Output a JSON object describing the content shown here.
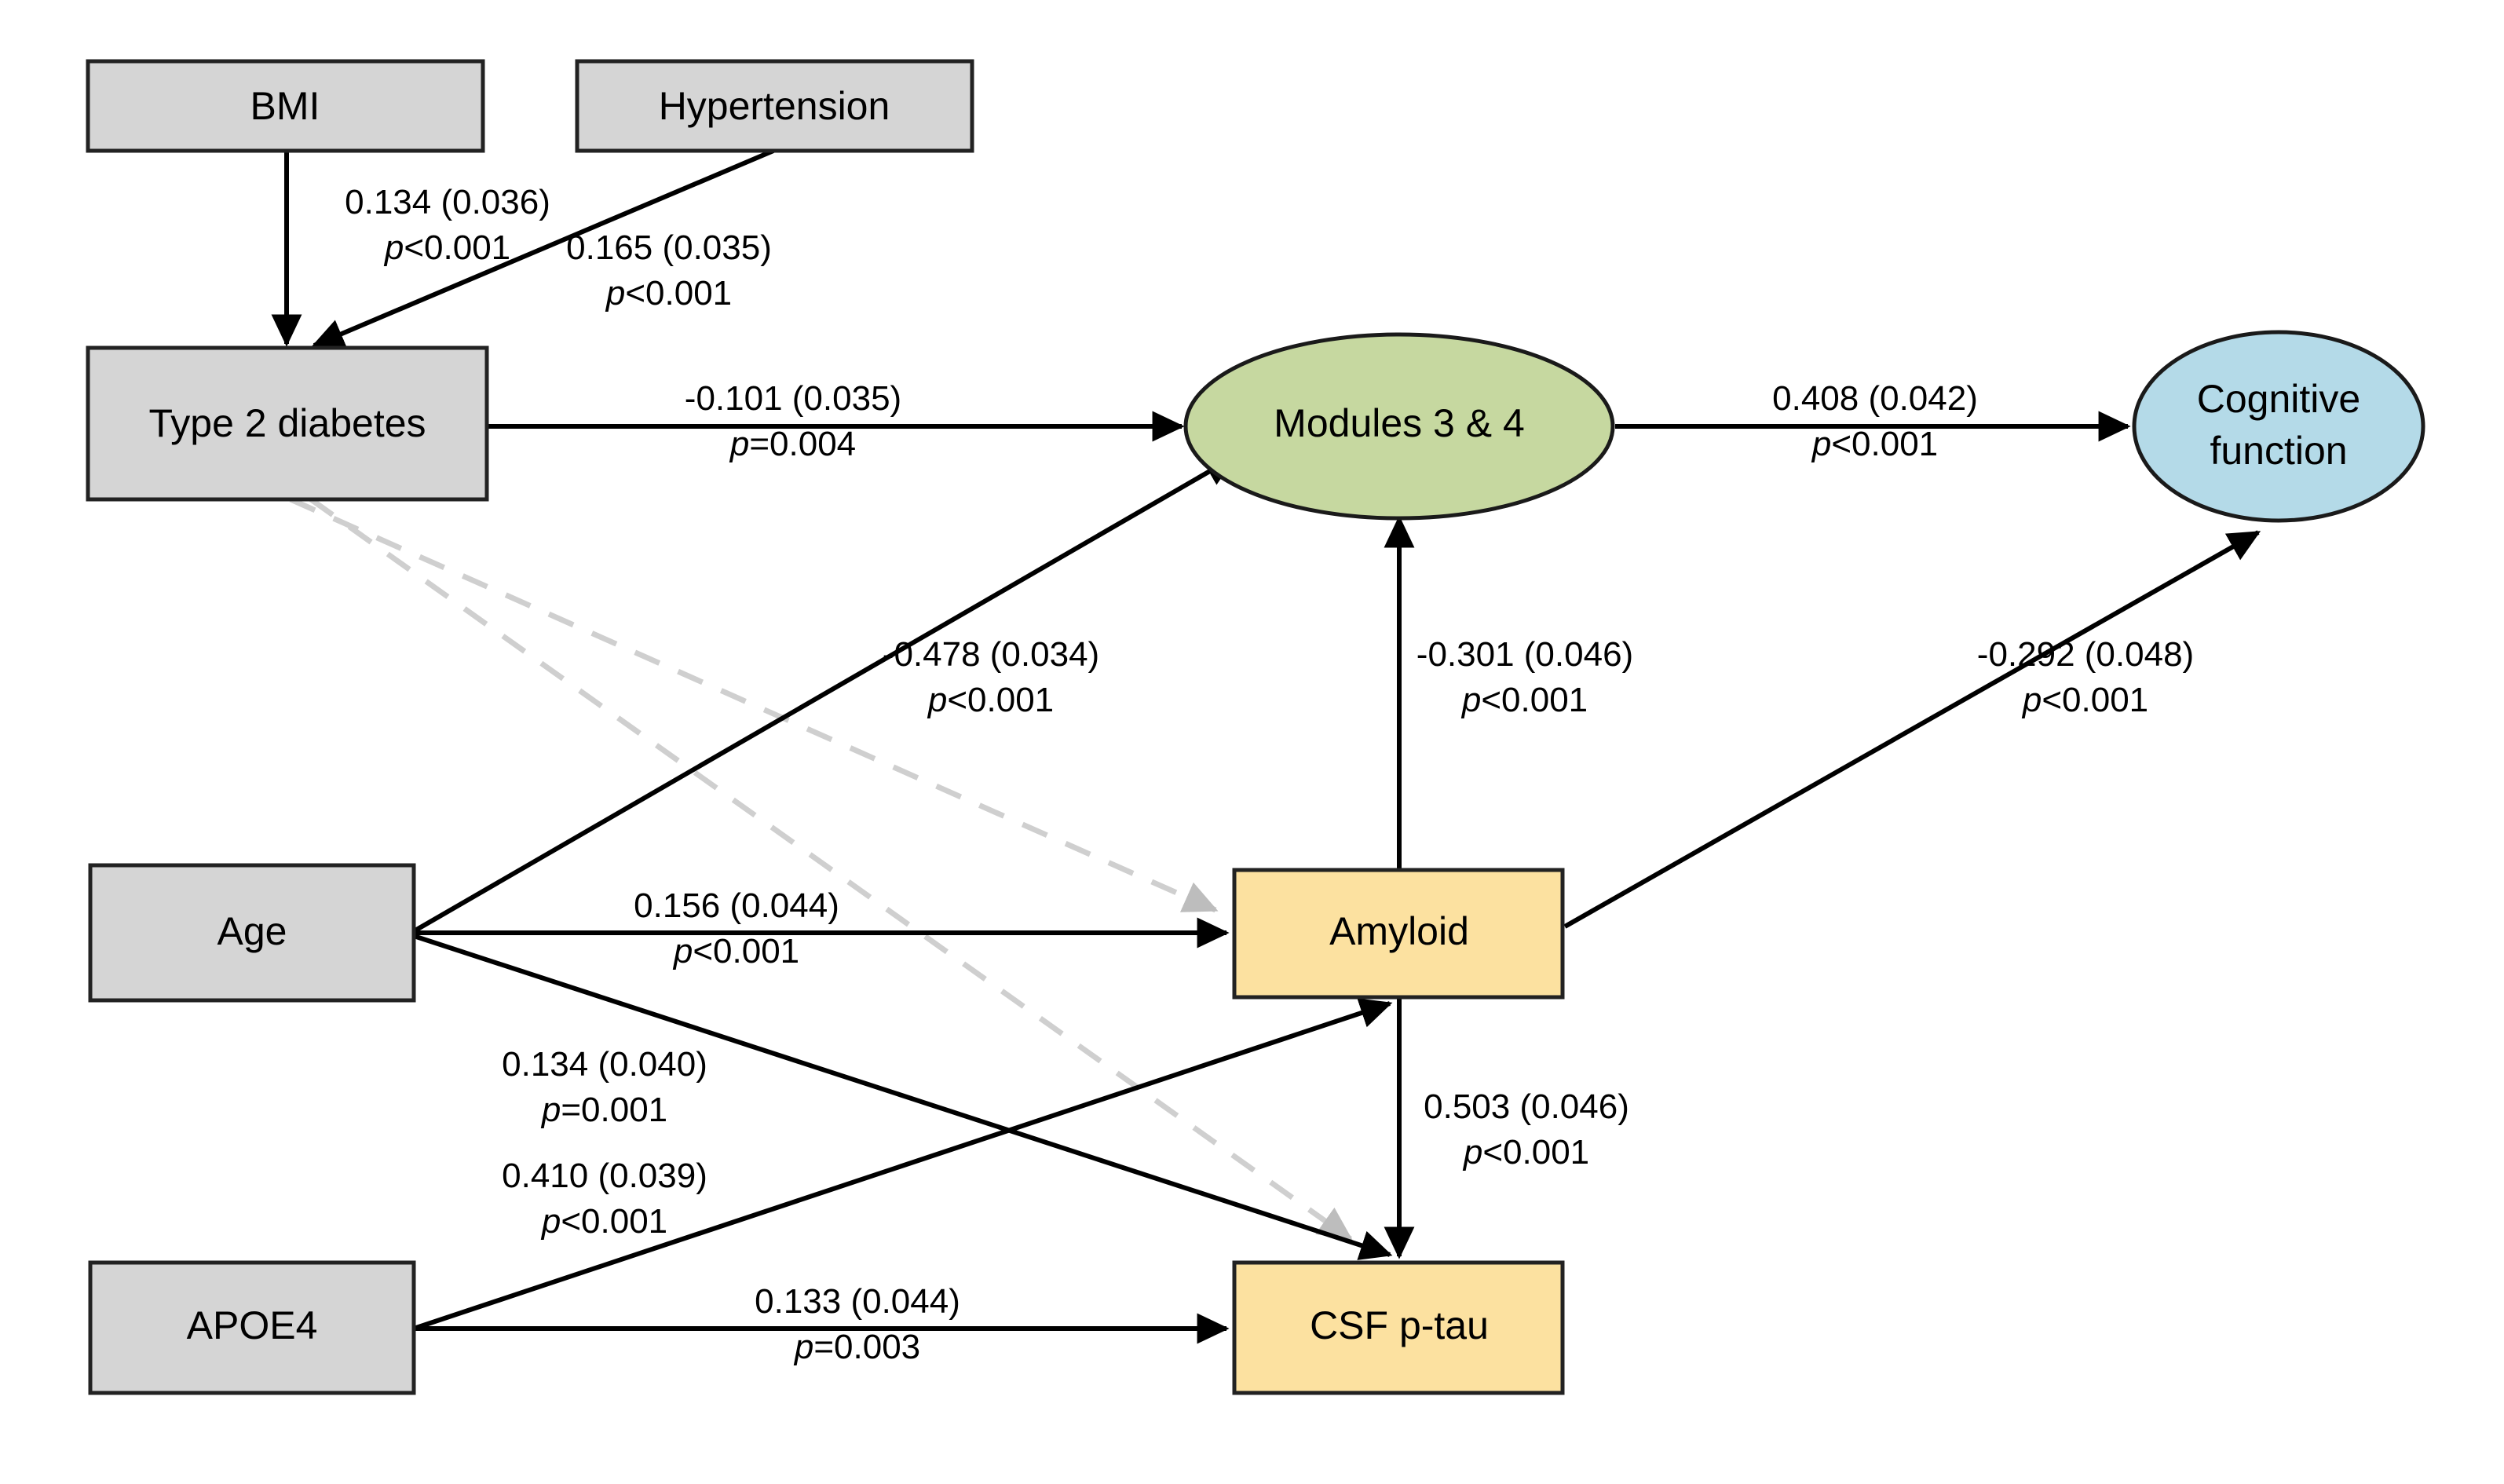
{
  "figure": {
    "type": "path-diagram",
    "title": "",
    "background": "#ffffff"
  },
  "colors": {
    "gray_box": "#d5d5d5",
    "green_ellipse": "#c6d8a0",
    "blue_ellipse": "#b4dae8",
    "yellow_box": "#fce1a0",
    "node_stroke": "#222222",
    "solid_edge": "#000000",
    "dashed_edge": "#cfcfcf"
  },
  "nodes": [
    {
      "id": "bmi",
      "label": "BMI",
      "shape": "rect",
      "fill": "#d5d5d5"
    },
    {
      "id": "htn",
      "label": "Hypertension",
      "shape": "rect",
      "fill": "#d5d5d5"
    },
    {
      "id": "t2d",
      "label": "Type 2 diabetes",
      "shape": "rect",
      "fill": "#d5d5d5"
    },
    {
      "id": "modules",
      "label": "Modules 3 & 4",
      "shape": "ellipse",
      "fill": "#c6d8a0"
    },
    {
      "id": "cognition",
      "label_line1": "Cognitive",
      "label_line2": "function",
      "shape": "ellipse",
      "fill": "#b4dae8"
    },
    {
      "id": "age",
      "label": "Age",
      "shape": "rect",
      "fill": "#d5d5d5"
    },
    {
      "id": "amyloid",
      "label": "Amyloid",
      "shape": "rect",
      "fill": "#fce1a0"
    },
    {
      "id": "apoe4",
      "label": "APOE4",
      "shape": "rect",
      "fill": "#d5d5d5"
    },
    {
      "id": "ptau",
      "label": "CSF p-tau",
      "shape": "rect",
      "fill": "#fce1a0"
    }
  ],
  "edges": [
    {
      "id": "bmi_t2d",
      "from": "bmi",
      "to": "t2d",
      "style": "solid",
      "estimate": "0.134 (0.036)",
      "p": "p<0.001",
      "p_prefix": "p",
      "p_rest": "<0.001"
    },
    {
      "id": "htn_t2d",
      "from": "htn",
      "to": "t2d",
      "style": "solid",
      "estimate": "0.165 (0.035)",
      "p": "p<0.001",
      "p_prefix": "p",
      "p_rest": "<0.001"
    },
    {
      "id": "t2d_modules",
      "from": "t2d",
      "to": "modules",
      "style": "solid",
      "estimate": "-0.101 (0.035)",
      "p": "p=0.004",
      "p_prefix": "p",
      "p_rest": "=0.004"
    },
    {
      "id": "modules_cog",
      "from": "modules",
      "to": "cognition",
      "style": "solid",
      "estimate": "0.408 (0.042)",
      "p": "p<0.001",
      "p_prefix": "p",
      "p_rest": "<0.001"
    },
    {
      "id": "age_modules",
      "from": "age",
      "to": "modules",
      "style": "solid",
      "estimate": "-0.478 (0.034)",
      "p": "p<0.001",
      "p_prefix": "p",
      "p_rest": "<0.001"
    },
    {
      "id": "amyloid_modules",
      "from": "amyloid",
      "to": "modules",
      "style": "solid",
      "estimate": "-0.301 (0.046)",
      "p": "p<0.001",
      "p_prefix": "p",
      "p_rest": "<0.001"
    },
    {
      "id": "amyloid_cog",
      "from": "amyloid",
      "to": "cognition",
      "style": "solid",
      "estimate": "-0.292 (0.048)",
      "p": "p<0.001",
      "p_prefix": "p",
      "p_rest": "<0.001"
    },
    {
      "id": "age_amyloid",
      "from": "age",
      "to": "amyloid",
      "style": "solid",
      "estimate": "0.156 (0.044)",
      "p": "p<0.001",
      "p_prefix": "p",
      "p_rest": "<0.001"
    },
    {
      "id": "age_ptau",
      "from": "age",
      "to": "ptau",
      "style": "solid",
      "estimate": "0.134 (0.040)",
      "p": "p=0.001",
      "p_prefix": "p",
      "p_rest": "=0.001"
    },
    {
      "id": "apoe4_amyloid",
      "from": "apoe4",
      "to": "amyloid",
      "style": "solid",
      "estimate": "0.410 (0.039)",
      "p": "p<0.001",
      "p_prefix": "p",
      "p_rest": "<0.001"
    },
    {
      "id": "apoe4_ptau",
      "from": "apoe4",
      "to": "ptau",
      "style": "solid",
      "estimate": "0.133 (0.044)",
      "p": "p=0.003",
      "p_prefix": "p",
      "p_rest": "=0.003"
    },
    {
      "id": "amyloid_ptau",
      "from": "amyloid",
      "to": "ptau",
      "style": "solid",
      "estimate": "0.503 (0.046)",
      "p": "p<0.001",
      "p_prefix": "p",
      "p_rest": "<0.001"
    },
    {
      "id": "t2d_amyloid",
      "from": "t2d",
      "to": "amyloid",
      "style": "dashed",
      "estimate": "",
      "p": "",
      "p_prefix": "",
      "p_rest": ""
    },
    {
      "id": "t2d_ptau",
      "from": "t2d",
      "to": "ptau",
      "style": "dashed",
      "estimate": "",
      "p": "",
      "p_prefix": "",
      "p_rest": ""
    }
  ]
}
